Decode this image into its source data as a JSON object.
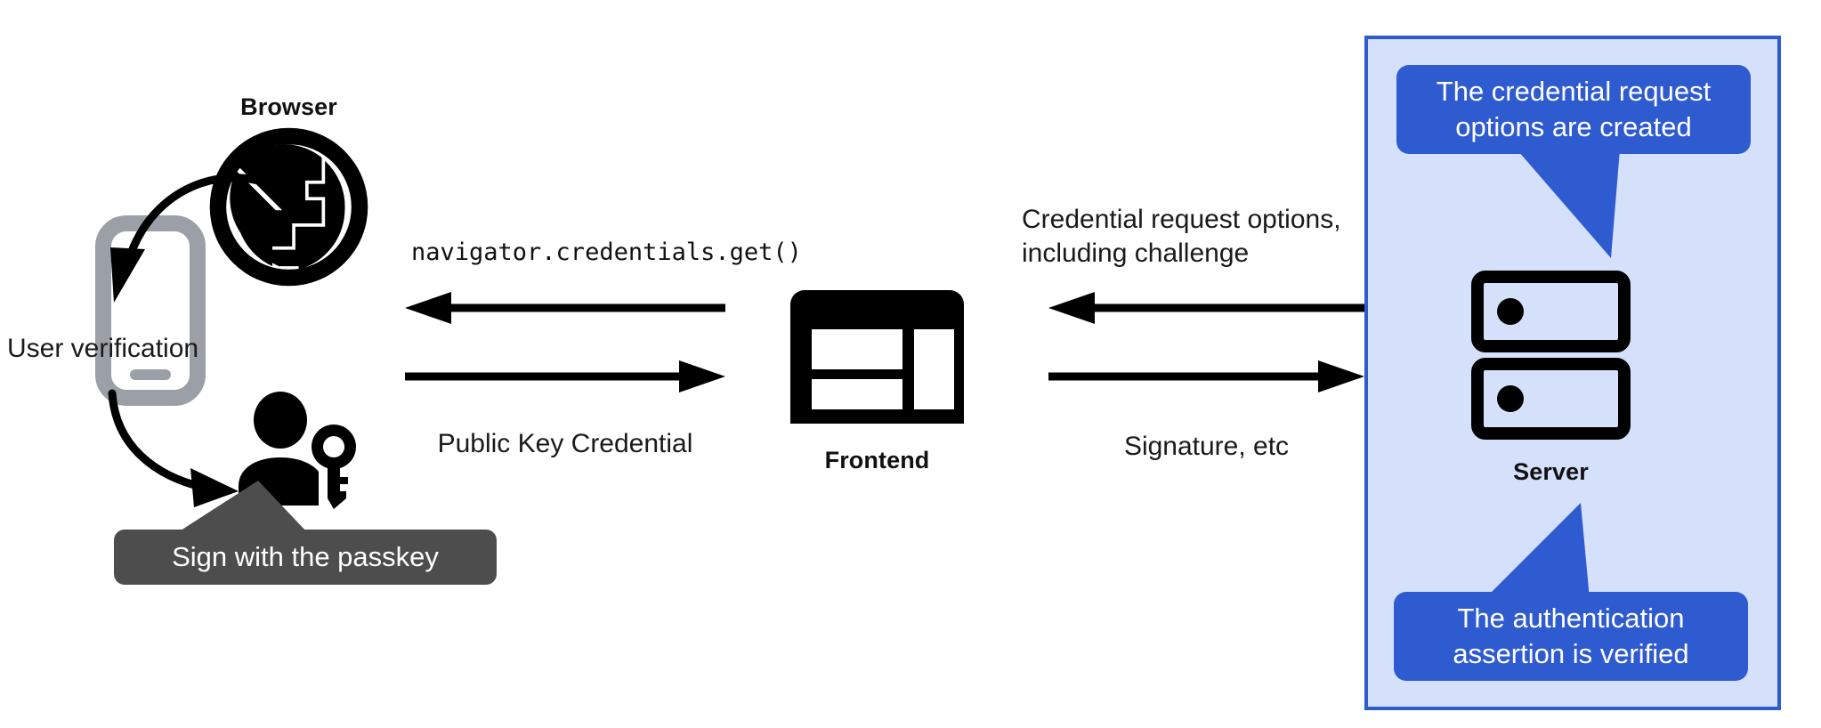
{
  "diagram": {
    "title": "WebAuthn passkey authentication flow",
    "background": "#ffffff"
  },
  "colors": {
    "panel_fill": "#d5e0fa",
    "panel_border": "#2f5bd0",
    "bubble_blue": "#2f5bd0",
    "bubble_dark": "#4d4d4d",
    "icon_black": "#000000",
    "phone_gray": "#9aa0a6",
    "text": "#1a1a1a"
  },
  "nodes": {
    "browser": {
      "label": "Browser",
      "icon": "globe-icon"
    },
    "phone": {
      "label": "User verification",
      "icon": "phone-icon"
    },
    "user": {
      "icon": "person-with-key-icon"
    },
    "frontend": {
      "label": "Frontend",
      "icon": "frontend-window-icon"
    },
    "server": {
      "label": "Server",
      "icon": "server-racks-icon"
    }
  },
  "callouts": {
    "sign_passkey": {
      "text": "Sign with the passkey",
      "style": "dark"
    },
    "credential_request_options": {
      "text": "The credential request\noptions are created",
      "style": "blue"
    },
    "authentication_assertion": {
      "text": "The authentication\nassertion is verified",
      "style": "blue"
    }
  },
  "edges": {
    "browser_to_phone": {
      "label": "",
      "direction": "curve-down-left"
    },
    "phone_to_user": {
      "label": "",
      "direction": "curve-down-right"
    },
    "frontend_to_browser": {
      "label": "navigator.credentials.get()",
      "direction": "left",
      "font": "mono"
    },
    "browser_to_frontend": {
      "label": "Public Key Credential",
      "direction": "right"
    },
    "server_to_frontend": {
      "label": "Credential request options,\nincluding challenge",
      "direction": "left"
    },
    "frontend_to_server": {
      "label": "Signature, etc",
      "direction": "right"
    }
  }
}
